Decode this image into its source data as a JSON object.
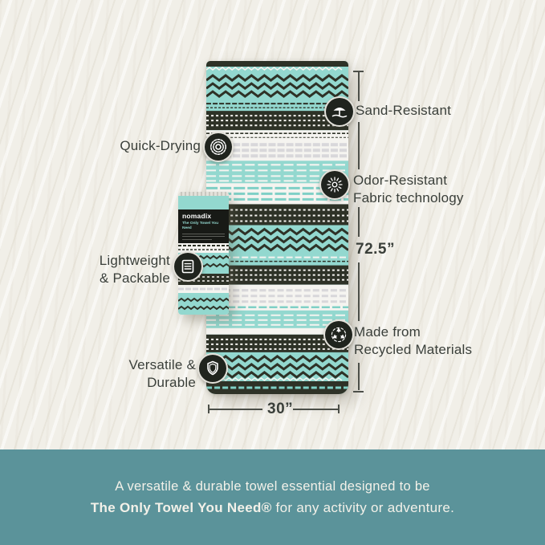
{
  "callouts": {
    "quick_drying": {
      "label": "Quick-Drying"
    },
    "lightweight": {
      "line1": "Lightweight",
      "line2": "& Packable"
    },
    "versatile": {
      "line1": "Versatile &",
      "line2": "Durable"
    },
    "sand_resistant": {
      "label": "Sand-Resistant"
    },
    "odor_resistant": {
      "line1": "Odor-Resistant",
      "line2": "Fabric technology"
    },
    "recycled": {
      "line1": "Made from",
      "line2": "Recycled Materials"
    }
  },
  "dimensions": {
    "length": "72.5”",
    "width": "30”"
  },
  "package": {
    "brand": "nomadix",
    "tagline": "The Only Towel You Need"
  },
  "banner": {
    "line1": "A versatile & durable towel essential designed to be",
    "line2_bold": "The Only Towel You Need®",
    "line2_rest": " for any activity or adventure."
  },
  "icons": {
    "quick_drying": "concentric-rings-icon",
    "lightweight": "folded-towel-icon",
    "versatile": "shield-icon",
    "sand_resistant": "beach-umbrella-icon",
    "odor_resistant": "starburst-icon",
    "recycled": "recycle-icon"
  },
  "colors": {
    "dark": "#2e3227",
    "aqua": "#93d8cf",
    "aquaL": "#7fd0c6",
    "paper": "#f5f4f0",
    "grayL": "#d8d7da",
    "sand": "#f1efe8",
    "banner": "#5b939a",
    "ink": "#3a3f3a",
    "badge": "#20241e",
    "bannerText": "#f3f1e9"
  }
}
